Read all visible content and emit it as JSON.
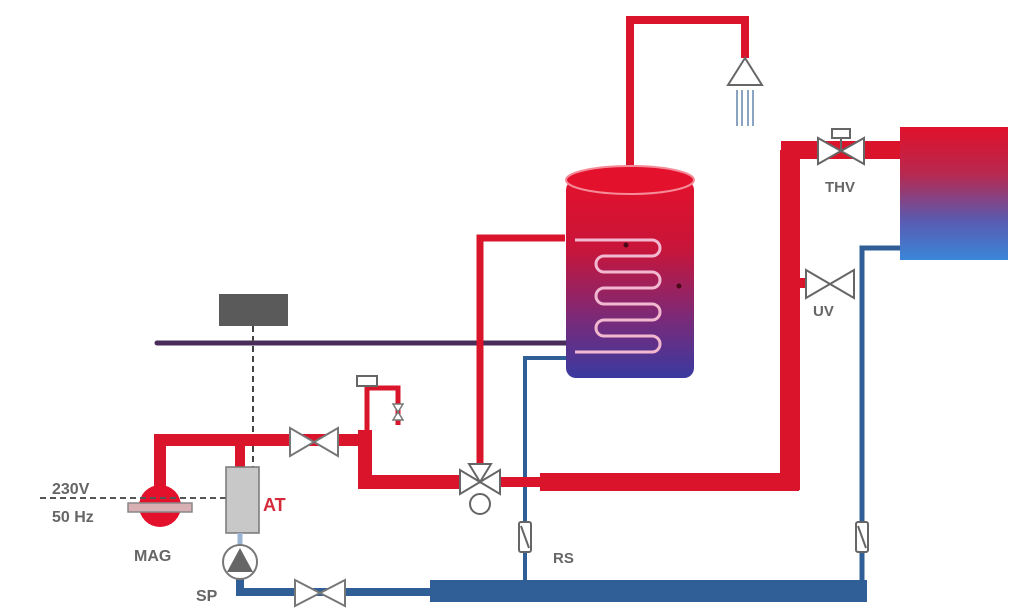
{
  "diagram": {
    "title": "Heating system schematic with storage tank",
    "colors": {
      "hot": "#d9142b",
      "cold": "#2f5f96",
      "gas_line": "#4a2c5a",
      "component_gray": "#c8c8c8",
      "outline": "#666666",
      "controller": "#5a5a5a"
    },
    "labels": {
      "voltage": "230V",
      "frequency": "50 Hz",
      "mag": "MAG",
      "at": "AT",
      "sp": "SP",
      "rs": "RS",
      "thv": "THV",
      "uv": "UV"
    },
    "components": [
      {
        "id": "MAG",
        "name": "Expansion vessel / heater"
      },
      {
        "id": "AT",
        "name": "Heat exchanger"
      },
      {
        "id": "SP",
        "name": "Circulation pump"
      },
      {
        "id": "RS",
        "name": "Check valve"
      },
      {
        "id": "THV",
        "name": "Thermostatic valve"
      },
      {
        "id": "UV",
        "name": "Overflow valve"
      },
      {
        "id": "tank",
        "name": "Hot water storage tank with coil"
      },
      {
        "id": "radiator",
        "name": "Radiator"
      },
      {
        "id": "shower",
        "name": "Shower head"
      },
      {
        "id": "controller",
        "name": "Controller"
      },
      {
        "id": "mixer",
        "name": "3-way mixing valve"
      }
    ]
  }
}
